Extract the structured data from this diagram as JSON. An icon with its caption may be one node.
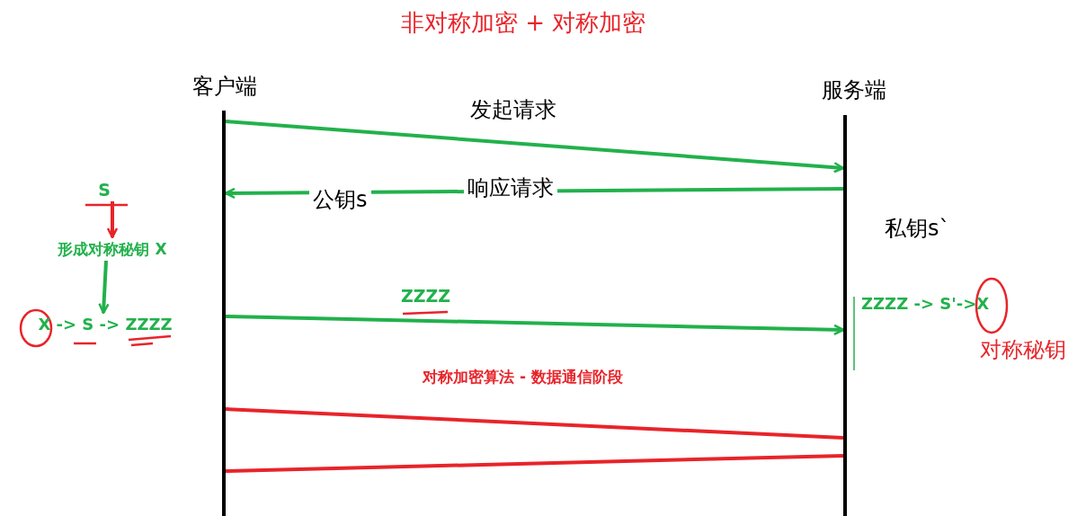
{
  "diagram": {
    "nodes": [
      {
        "text": [
          "客户端"
        ]
      },
      {
        "text": [
          "服务端"
        ]
      },
      {
        "text": [
          "S"
        ]
      },
      {
        "text": [
          "形成对称秘钥 X"
        ]
      },
      {
        "text": [
          "X -> S -> ZZZZ"
        ]
      }
    ],
    "edges": [
      {
        "from": 0,
        "to": 1,
        "arrow": "to",
        "label": "发起请求"
      },
      {
        "from": 1,
        "to": 0,
        "arrow": "to",
        "label": "响应请求"
      },
      {
        "from": 0,
        "to": 1,
        "arrow": "to",
        "label": "ZZZZ"
      },
      {
        "from": 0,
        "to": 1,
        "arrow": "none",
        "color": "#e8242a"
      },
      {
        "from": 0,
        "to": 1,
        "arrow": "none",
        "color": "#e8242a"
      },
      {
        "from": 2,
        "to": 3,
        "arrow": "to",
        "color": "#e8242a"
      },
      {
        "from": 3,
        "to": 4,
        "arrow": "to"
      }
    ],
    "labels": [
      "非对称加密 + 对称加密",
      "公钥s",
      "私钥s`",
      "ZZZZ -> S'->X",
      "对称秘钥",
      "对称加密算法 - 数据通信阶段"
    ]
  }
}
